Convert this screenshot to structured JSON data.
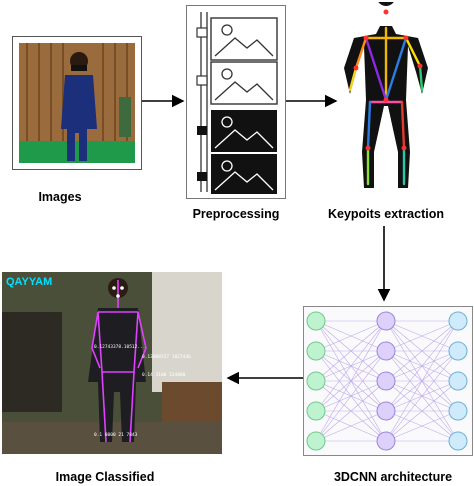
{
  "stages": {
    "images": {
      "label": "Images"
    },
    "preprocessing": {
      "label": "Preprocessing"
    },
    "keypoints": {
      "label": "Keypoits extraction"
    },
    "cnn": {
      "label": "3DCNN architecture"
    },
    "classified": {
      "label": "Image Classified",
      "overlay_name": "QAYYAM",
      "readout_text": "0.12743378.10512..."
    }
  },
  "colors": {
    "arrow": "#000000",
    "overlay_name": "#00e0ff",
    "skeleton_pink": "#e040ff",
    "node_green": "#b8f0c8",
    "node_purple": "#d8c8f8",
    "node_blue": "#c8e8f8"
  }
}
